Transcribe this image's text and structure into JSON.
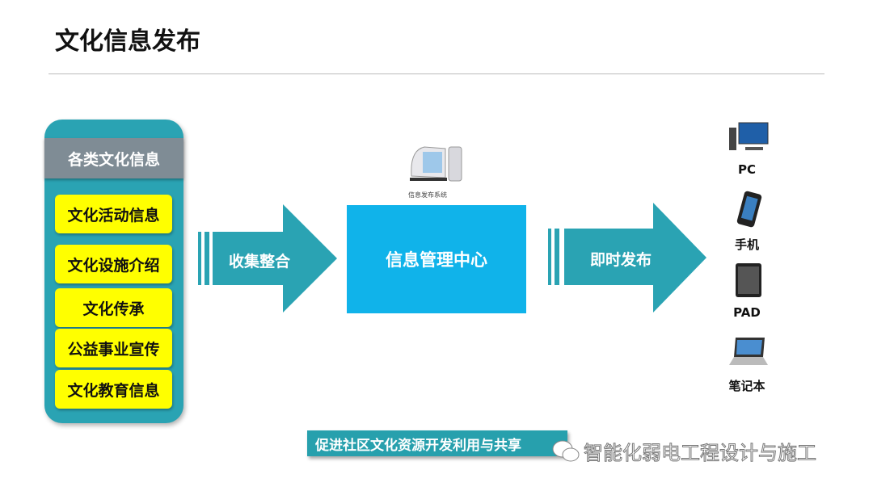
{
  "title": "文化信息发布",
  "left": {
    "header": "各类文化信息",
    "items": [
      "文化活动信息",
      "文化设施介绍",
      "文化传承",
      "公益事业宣传",
      "文化教育信息"
    ]
  },
  "arrow1": "收集整合",
  "arrow2": "即时发布",
  "center": {
    "label": "信息管理中心",
    "system_label": "信息发布系统"
  },
  "devices": [
    {
      "label": "PC",
      "icon": "desktop-icon"
    },
    {
      "label": "手机",
      "icon": "phone-icon"
    },
    {
      "label": "PAD",
      "icon": "tablet-icon"
    },
    {
      "label": "笔记本",
      "icon": "laptop-icon"
    }
  ],
  "banner": "促进社区文化资源开发利用与共享",
  "watermark": "智能化弱电工程设计与施工",
  "colors": {
    "teal": "#2aa3b3",
    "blue": "#10b3ea",
    "yellow": "#ffff00"
  }
}
